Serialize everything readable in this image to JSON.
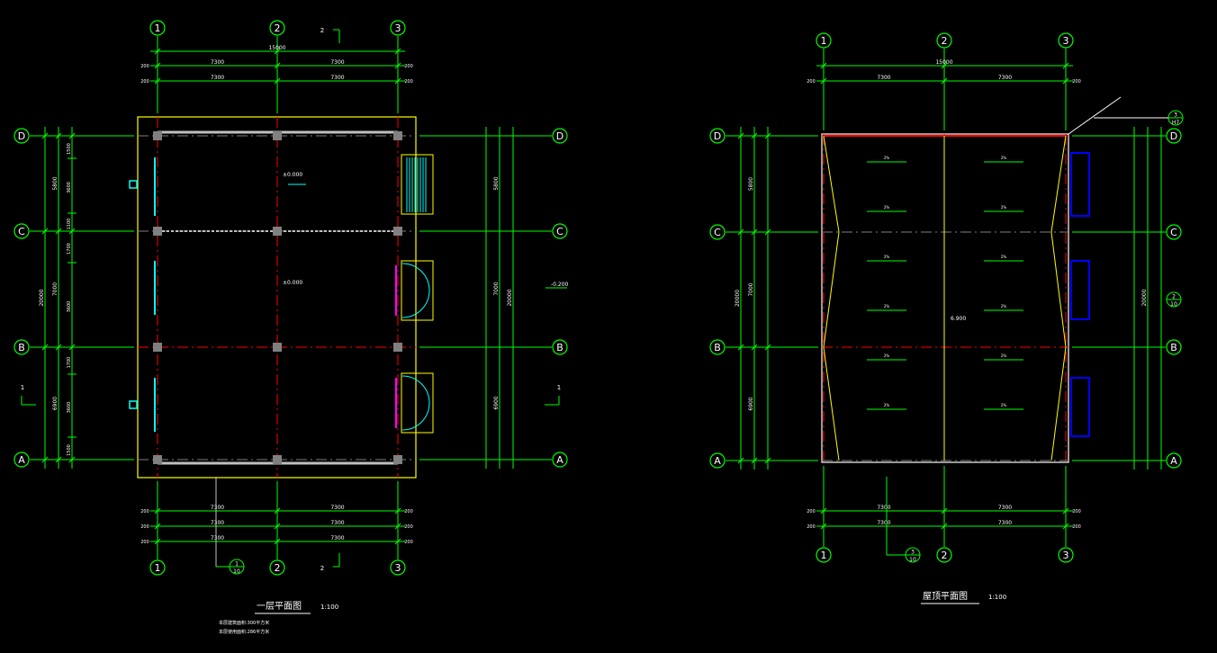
{
  "colors": {
    "grid": "#00ff00",
    "axis": "#ff0000",
    "wall": "#ffff00",
    "text": "#ffffff",
    "window": "#00ffff",
    "door": "#ff00ff",
    "blue": "#0000ff",
    "column": "#808080"
  },
  "grid_labels": {
    "cols": [
      "1",
      "2",
      "3"
    ],
    "rows": [
      "D",
      "C",
      "B",
      "A"
    ]
  },
  "left_plan": {
    "title": "一层平面图",
    "scale": "1:100",
    "section_mark": "2",
    "section_mark_side": "1",
    "top_dims": {
      "total": "15000",
      "bays": [
        "7300",
        "7300"
      ],
      "edges": [
        "200",
        "200"
      ]
    },
    "side_dims": {
      "total": "20000",
      "bays": [
        "5800",
        "7000",
        "6900"
      ],
      "sub": [
        "1500",
        "3600",
        "1100",
        "1700",
        "3600",
        "1700",
        "3600",
        "1500"
      ],
      "edges": [
        "200",
        "200"
      ]
    },
    "elevations": [
      "±0.000",
      "±0.000",
      "-0.200"
    ],
    "detail_ref": {
      "num": "1",
      "sheet": "10"
    },
    "notes": [
      "本层建筑面积:300平方米",
      "本层使用面积:286平方米"
    ]
  },
  "right_plan": {
    "title": "屋顶平面图",
    "scale": "1:100",
    "top_dims": {
      "total": "15000",
      "bays": [
        "7300",
        "7300"
      ],
      "edges": [
        "200",
        "200"
      ]
    },
    "side_dims": {
      "total": "20000",
      "bays": [
        "5800",
        "7000",
        "6900"
      ]
    },
    "elevation": "6.900",
    "slope_label": "2%",
    "detail_ref": {
      "num": "3",
      "sheet": "10"
    },
    "detail_ref2": {
      "num": "2",
      "sheet": "10"
    },
    "detail_ref3": {
      "num": "3",
      "sheet": "H7"
    }
  }
}
